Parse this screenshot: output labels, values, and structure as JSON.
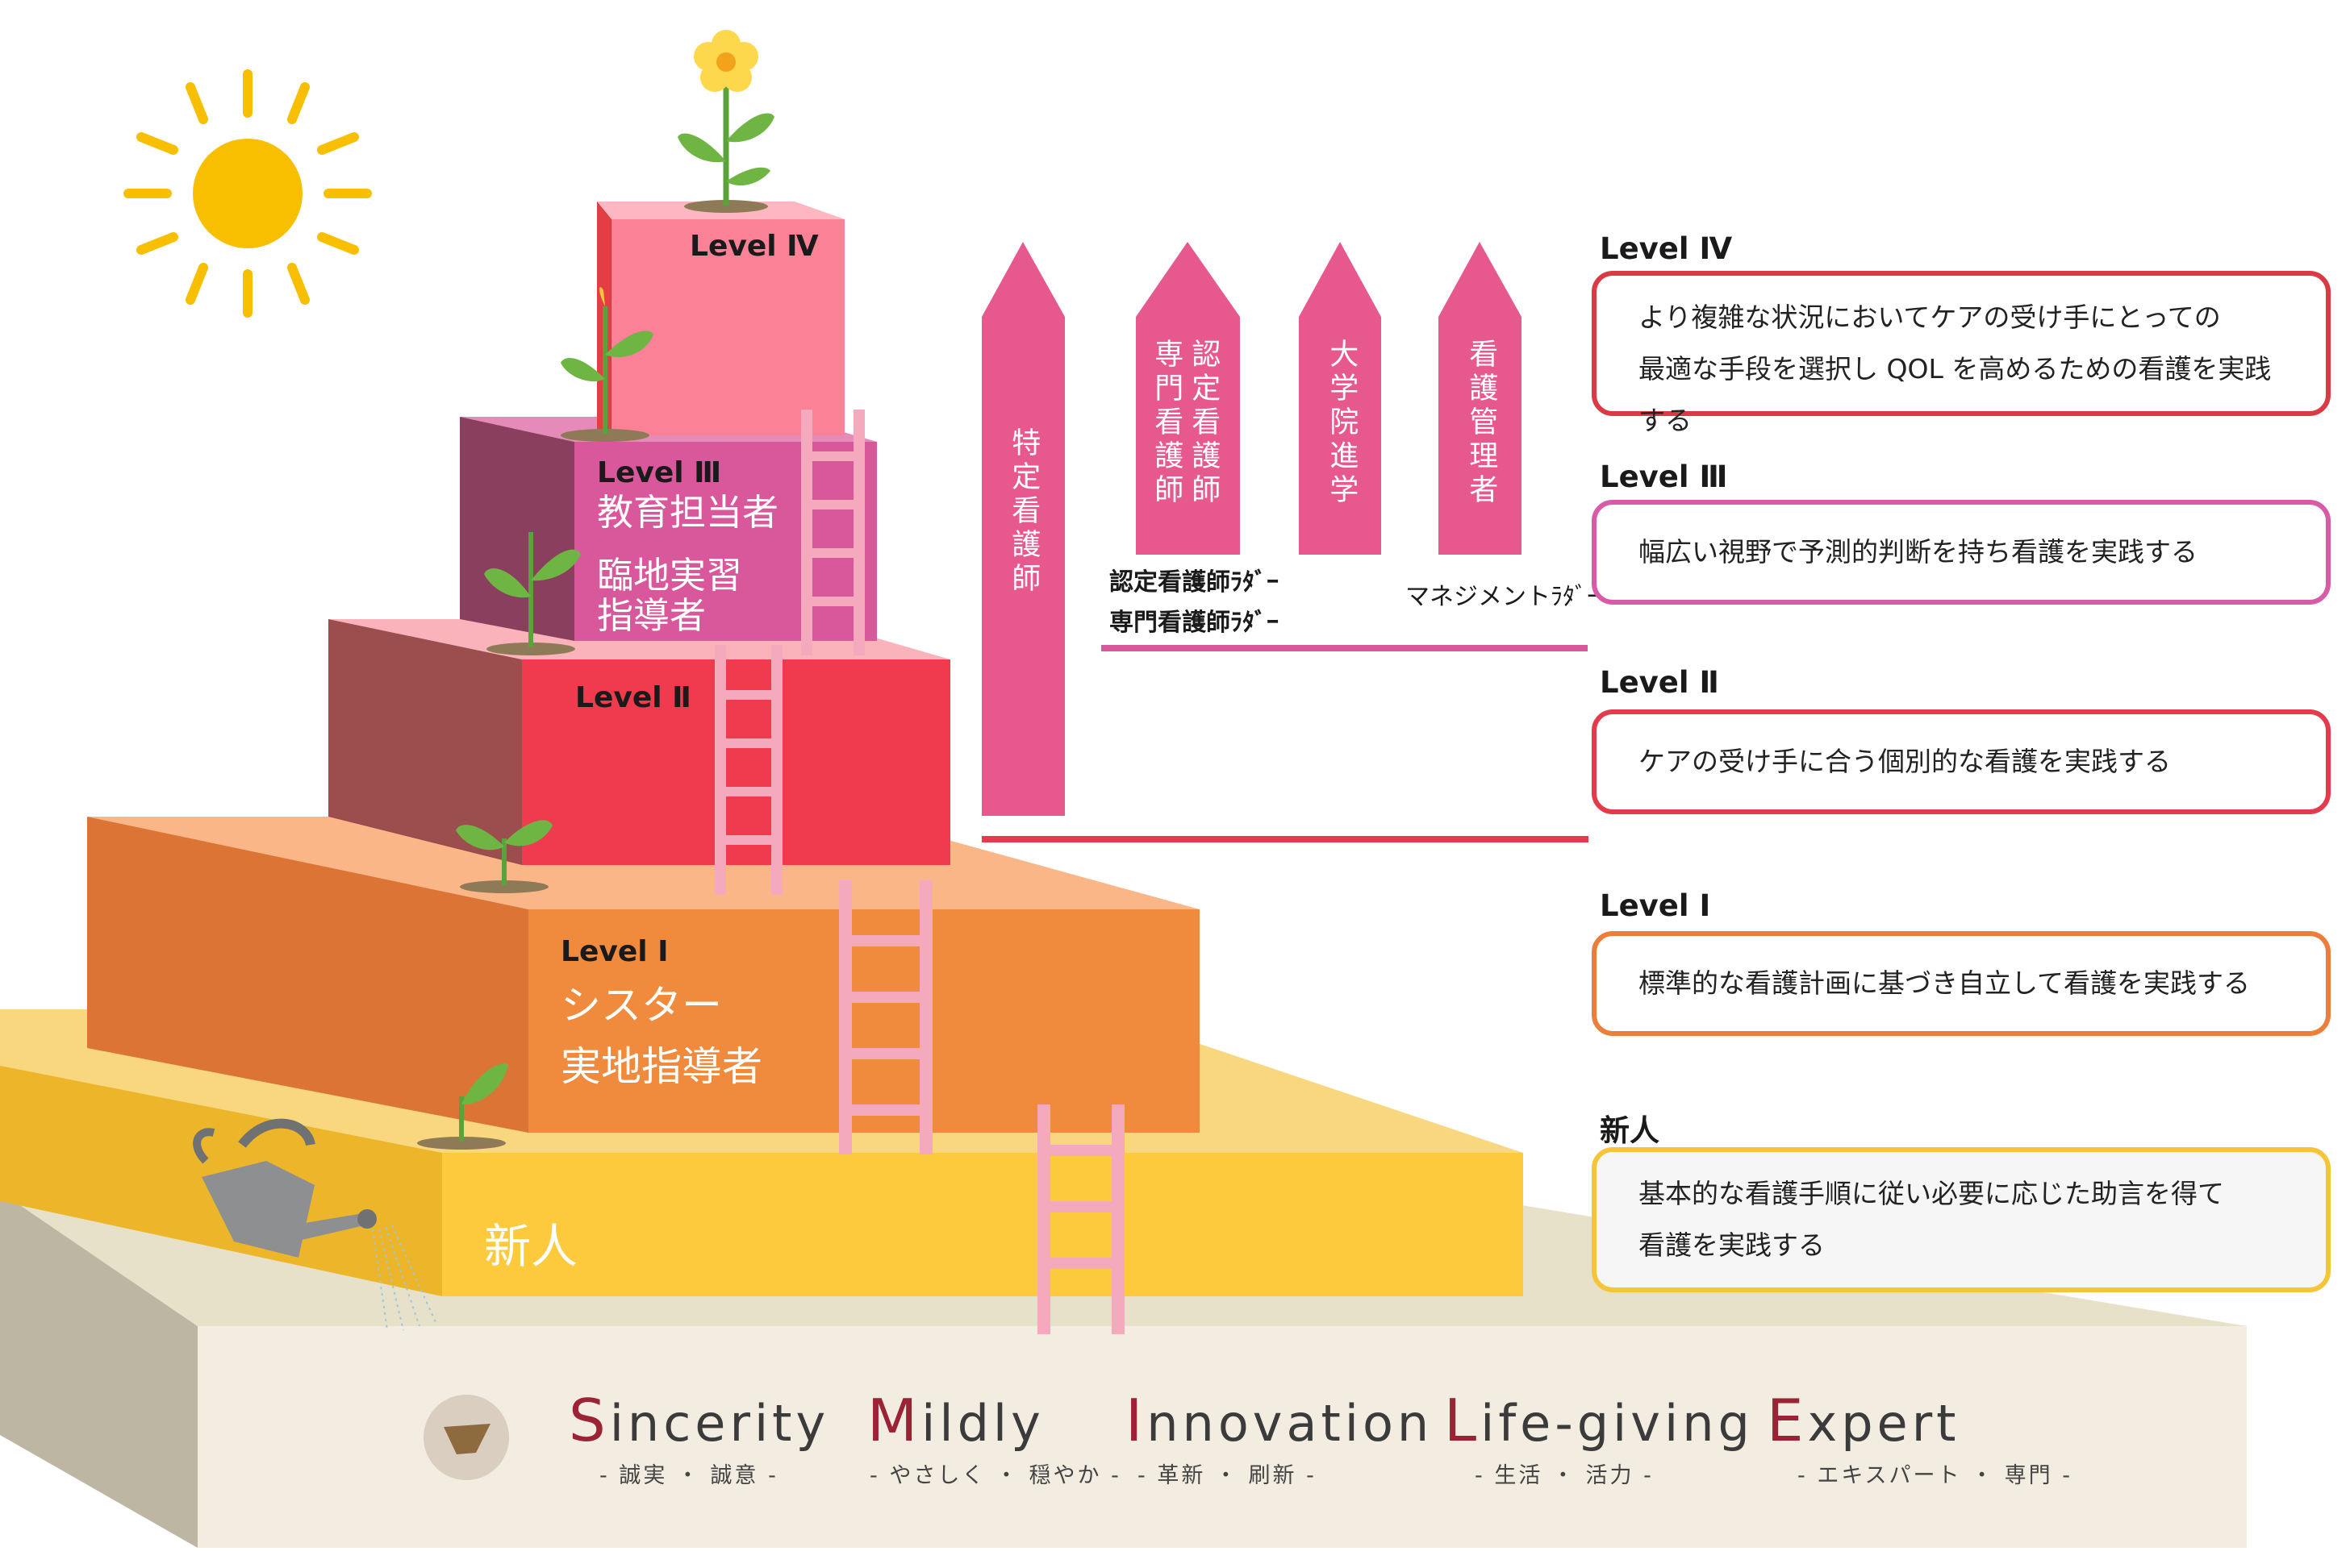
{
  "pyramid": {
    "level4": {
      "label": "Level Ⅳ"
    },
    "level3": {
      "label": "Level Ⅲ",
      "roles": [
        "教育担当者",
        "臨地実習",
        "指導者"
      ]
    },
    "level2": {
      "label": "Level Ⅱ"
    },
    "level1": {
      "label": "Level Ⅰ",
      "roles": [
        "シスター",
        "実地指導者"
      ]
    },
    "newcomer": {
      "label": "新人"
    }
  },
  "career_arrows": [
    {
      "text": "特定看護師"
    },
    {
      "text": "専門看護師"
    },
    {
      "text": "認定看護師"
    },
    {
      "text": "大学院進学"
    },
    {
      "text": "看護管理者"
    }
  ],
  "ladders": {
    "cert": [
      "認定看護師ﾗﾀﾞｰ",
      "専門看護師ﾗﾀﾞｰ"
    ],
    "management": "マネジメントﾗﾀﾞｰ"
  },
  "levels": [
    {
      "title": "Level Ⅳ",
      "lines": [
        "より複雑な状況においてケアの受け手にとっての",
        "最適な手段を選択し QOL を高めるための看護を実践する"
      ],
      "color": "#d93a43"
    },
    {
      "title": "Level Ⅲ",
      "lines": [
        "幅広い視野で予測的判断を持ち看護を実践する"
      ],
      "color": "#d95aa6"
    },
    {
      "title": "Level Ⅱ",
      "lines": [
        "ケアの受け手に合う個別的な看護を実践する"
      ],
      "color": "#e43a4c"
    },
    {
      "title": "Level Ⅰ",
      "lines": [
        "標準的な看護計画に基づき自立して看護を実践する"
      ],
      "color": "#ec7d3a"
    },
    {
      "title": "新人",
      "lines": [
        "基本的な看護手順に従い必要に応じた助言を得て",
        "看護を実践する"
      ],
      "color": "#f6c537"
    }
  ],
  "values": [
    {
      "initial": "S",
      "rest": "incerity",
      "sub": "- 誠実 ・ 誠意 -"
    },
    {
      "initial": "M",
      "rest": "ildly",
      "sub": "- やさしく ・ 穏やか -"
    },
    {
      "initial": "I",
      "rest": "nnovation",
      "sub": "- 革新 ・ 刷新 -"
    },
    {
      "initial": "L",
      "rest": "ife-giving",
      "sub": "- 生活 ・ 活力 -"
    },
    {
      "initial": "E",
      "rest": "xpert",
      "sub": "- エキスパート ・ 専門 -"
    }
  ],
  "colors": {
    "sun": "#f8bf00",
    "newcomer": "#fcca3c",
    "level1": "#f08a3c",
    "level2": "#f03a4d",
    "level3": "#d9579b",
    "level4": "#fb8196",
    "ladder": "#f5a9bc",
    "accent_text": "#9b2335"
  }
}
